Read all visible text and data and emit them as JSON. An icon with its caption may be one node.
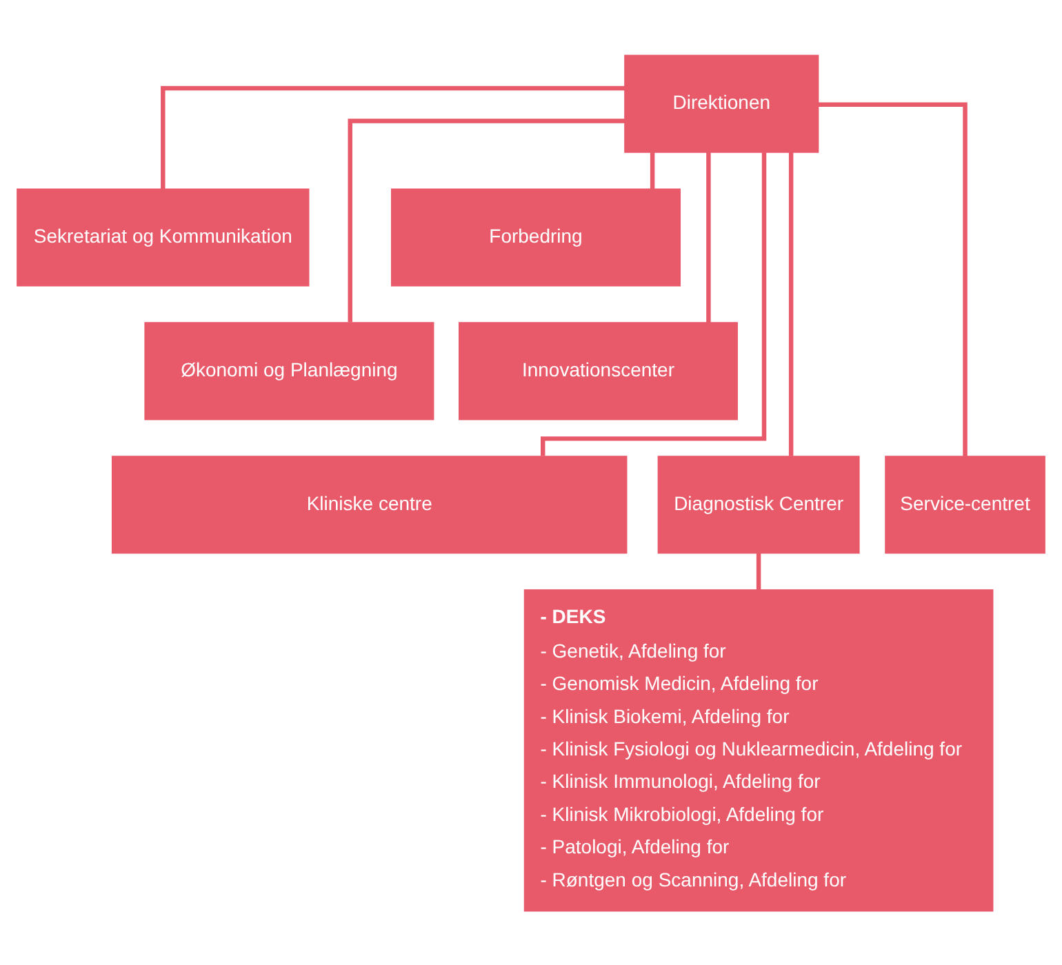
{
  "diagram": {
    "nodes": [
      {
        "text": [
          "Direktionen"
        ]
      },
      {
        "text": [
          "Sekretariat og Kommunikation"
        ]
      },
      {
        "text": [
          "Forbedring"
        ]
      },
      {
        "text": [
          "Økonomi og Planlægning"
        ]
      },
      {
        "text": [
          "Innovationscenter"
        ]
      },
      {
        "text": [
          "Kliniske centre"
        ]
      },
      {
        "text": [
          "Diagnostisk Centrer"
        ]
      },
      {
        "text": [
          "Service-centret"
        ]
      },
      {
        "text": [
          "- DEKS",
          "- Genetik, Afdeling for",
          "- Genomisk Medicin, Afdeling for",
          "- Klinisk Biokemi, Afdeling for",
          "- Klinisk Fysiologi og Nuklearmedicin, Afdeling for",
          "- Klinisk Immunologi, Afdeling for",
          "- Klinisk Mikrobiologi, Afdeling for",
          "- Patologi, Afdeling for",
          "- Røntgen og Scanning, Afdeling for"
        ]
      }
    ],
    "edges": [
      {
        "from": 0,
        "to": 1,
        "arrow": "none"
      },
      {
        "from": 0,
        "to": 2,
        "arrow": "none"
      },
      {
        "from": 0,
        "to": 3,
        "arrow": "none"
      },
      {
        "from": 0,
        "to": 4,
        "arrow": "none"
      },
      {
        "from": 0,
        "to": 5,
        "arrow": "none"
      },
      {
        "from": 0,
        "to": 6,
        "arrow": "none"
      },
      {
        "from": 0,
        "to": 7,
        "arrow": "none"
      },
      {
        "from": 6,
        "to": 8,
        "arrow": "none"
      }
    ]
  }
}
